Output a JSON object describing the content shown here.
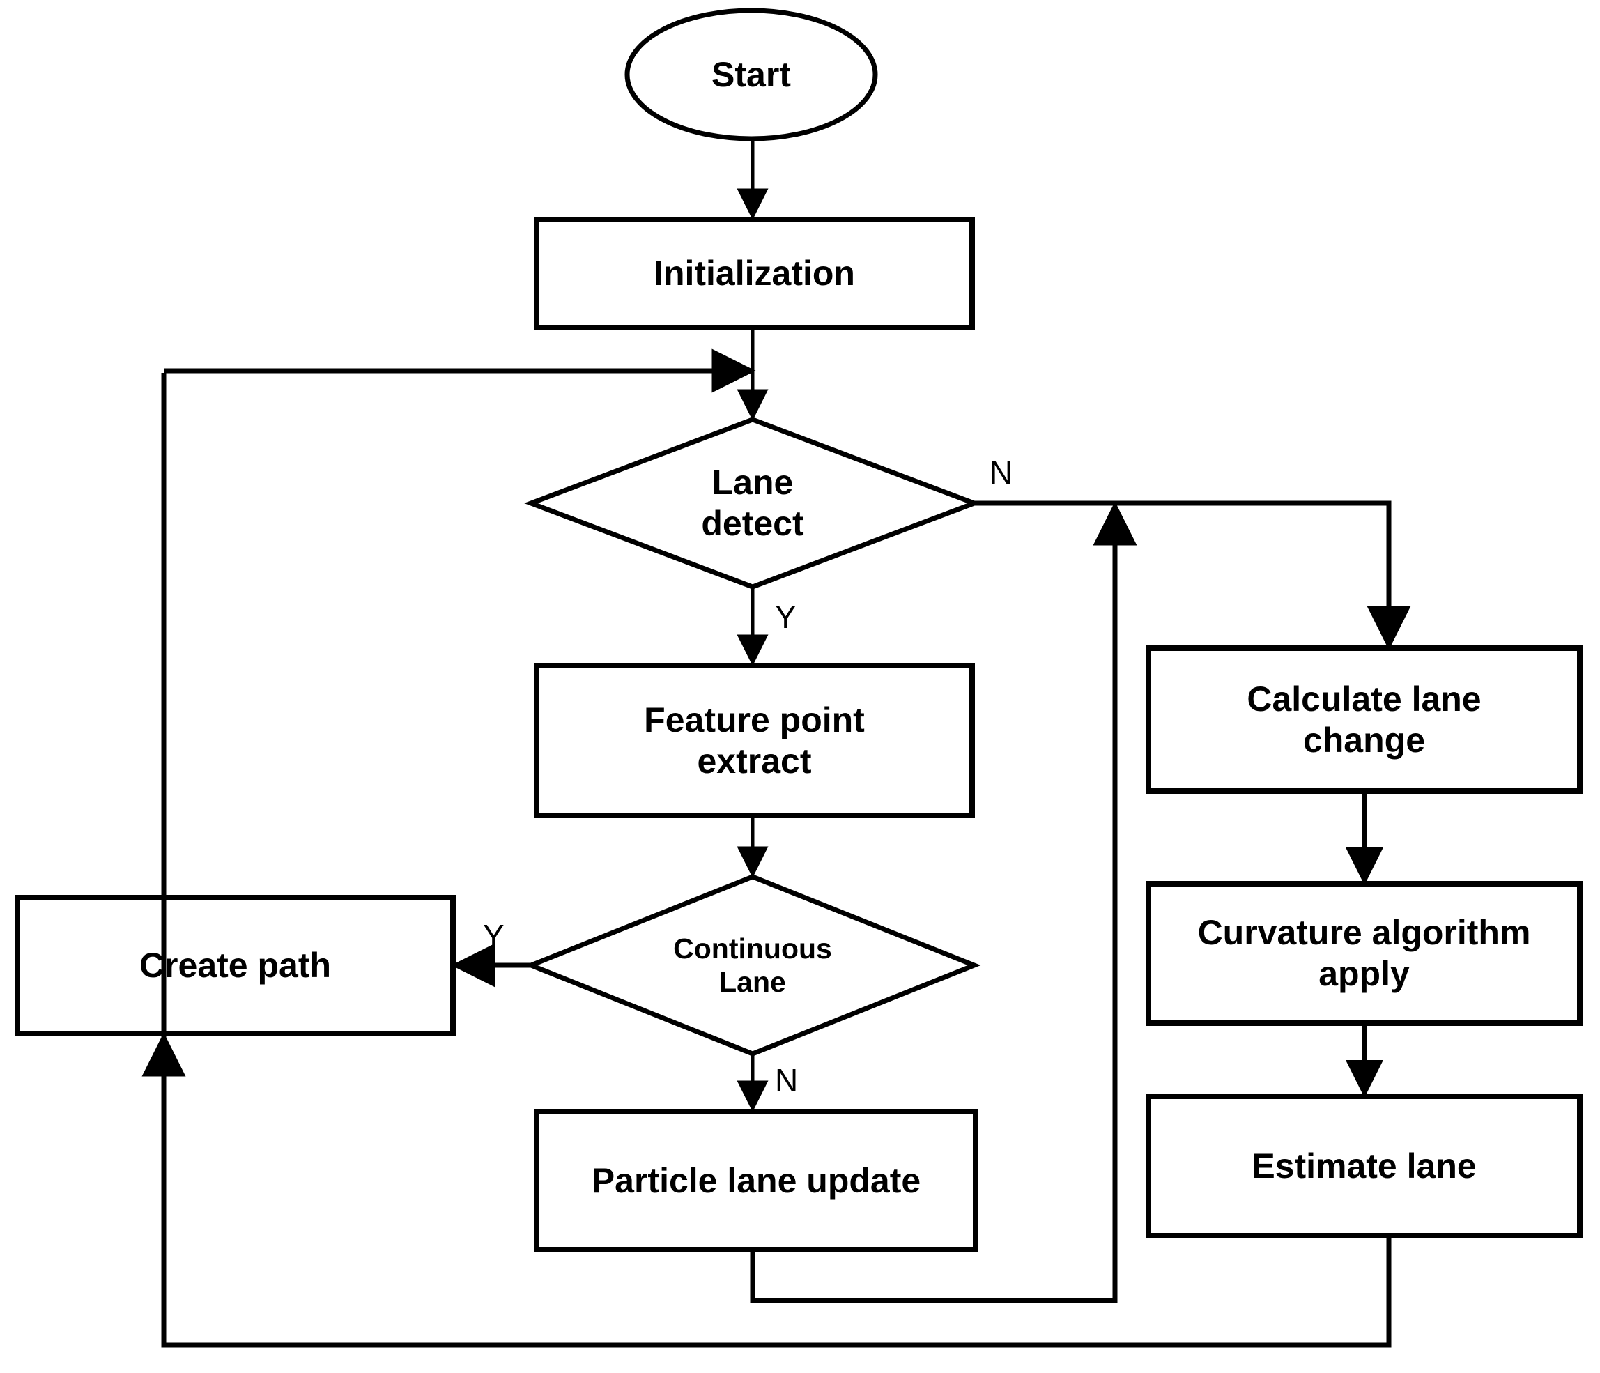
{
  "diagram": {
    "title": "Lane detection and path creation flowchart",
    "background_color": "#ffffff",
    "line_color": "#000000",
    "text_color": "#000000"
  },
  "nodes": {
    "start": {
      "label": "Start",
      "shape": "ellipse"
    },
    "initialization": {
      "label": "Initialization",
      "shape": "process"
    },
    "lane_detect": {
      "label": "Lane\ndetect",
      "shape": "decision"
    },
    "feature_point_extract": {
      "label": "Feature point\nextract",
      "shape": "process"
    },
    "continuous_lane": {
      "label": "Continuous\nLane",
      "shape": "decision"
    },
    "create_path": {
      "label": "Create path",
      "shape": "process"
    },
    "particle_lane_update": {
      "label": "Particle lane update",
      "shape": "process"
    },
    "calculate_lane_change": {
      "label": "Calculate lane\nchange",
      "shape": "process"
    },
    "curvature_algorithm_apply": {
      "label": "Curvature algorithm\napply",
      "shape": "process"
    },
    "estimate_lane": {
      "label": "Estimate lane",
      "shape": "process"
    }
  },
  "edge_labels": {
    "lane_detect_no": "N",
    "lane_detect_yes": "Y",
    "continuous_lane_yes": "Y",
    "continuous_lane_no": "N"
  },
  "edges": [
    {
      "from": "start",
      "to": "initialization",
      "label": ""
    },
    {
      "from": "initialization",
      "to": "lane_detect",
      "label": ""
    },
    {
      "from": "lane_detect",
      "to": "calculate_lane_change",
      "label": "N"
    },
    {
      "from": "lane_detect",
      "to": "feature_point_extract",
      "label": "Y"
    },
    {
      "from": "feature_point_extract",
      "to": "continuous_lane",
      "label": ""
    },
    {
      "from": "continuous_lane",
      "to": "create_path",
      "label": "Y"
    },
    {
      "from": "continuous_lane",
      "to": "particle_lane_update",
      "label": "N"
    },
    {
      "from": "particle_lane_update",
      "to": "lane_detect_no_join",
      "label": ""
    },
    {
      "from": "calculate_lane_change",
      "to": "curvature_algorithm_apply",
      "label": ""
    },
    {
      "from": "curvature_algorithm_apply",
      "to": "estimate_lane",
      "label": ""
    },
    {
      "from": "estimate_lane",
      "to": "create_path",
      "label": ""
    },
    {
      "from": "create_path",
      "to": "lane_detect",
      "label": ""
    }
  ]
}
